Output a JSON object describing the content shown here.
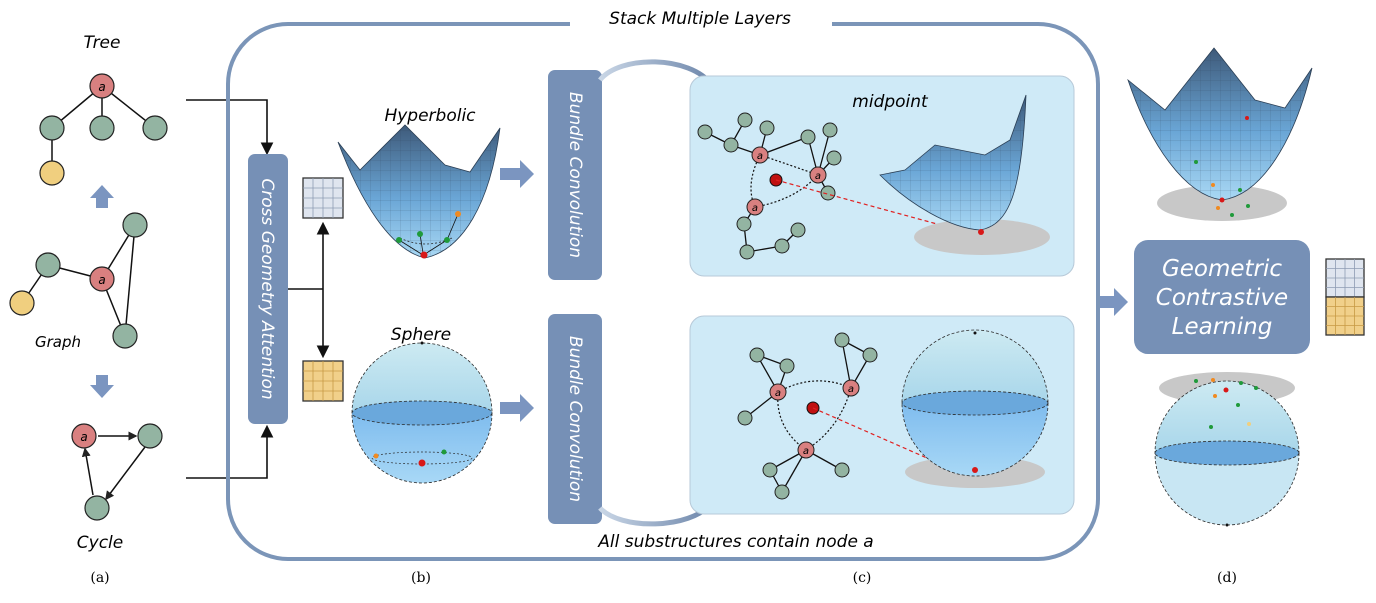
{
  "panel_a": {
    "tree_label": "Tree",
    "graph_label": "Graph",
    "cycle_label": "Cycle",
    "node_letter": "a",
    "caption": "(a)"
  },
  "panel_b": {
    "stack_label": "Stack Multiple Layers",
    "attention_label": "Cross Geometry Attention",
    "hyperbolic_label": "Hyperbolic",
    "sphere_label": "Sphere",
    "caption": "(b)"
  },
  "panel_c": {
    "bundle_label_top": "Bundle Convolution",
    "bundle_label_bottom": "Bundle Convolution",
    "midpoint_label": "midpoint",
    "substructure_label": "All substructures contain node a",
    "caption": "(c)"
  },
  "panel_d": {
    "contrastive_label_line1": "Geometric",
    "contrastive_label_line2": "Contrastive",
    "contrastive_label_line3": "Learning",
    "caption": "(d)"
  },
  "colors": {
    "frame": "#7b95b8",
    "box": "#7690b6",
    "node_green": "#93b4a2",
    "node_red": "#d98080",
    "node_yellow": "#f0cf7f",
    "panel_bg": "#cfeaf7",
    "grid_blue": "#dfe5ef",
    "grid_orange": "#f1d08a"
  }
}
